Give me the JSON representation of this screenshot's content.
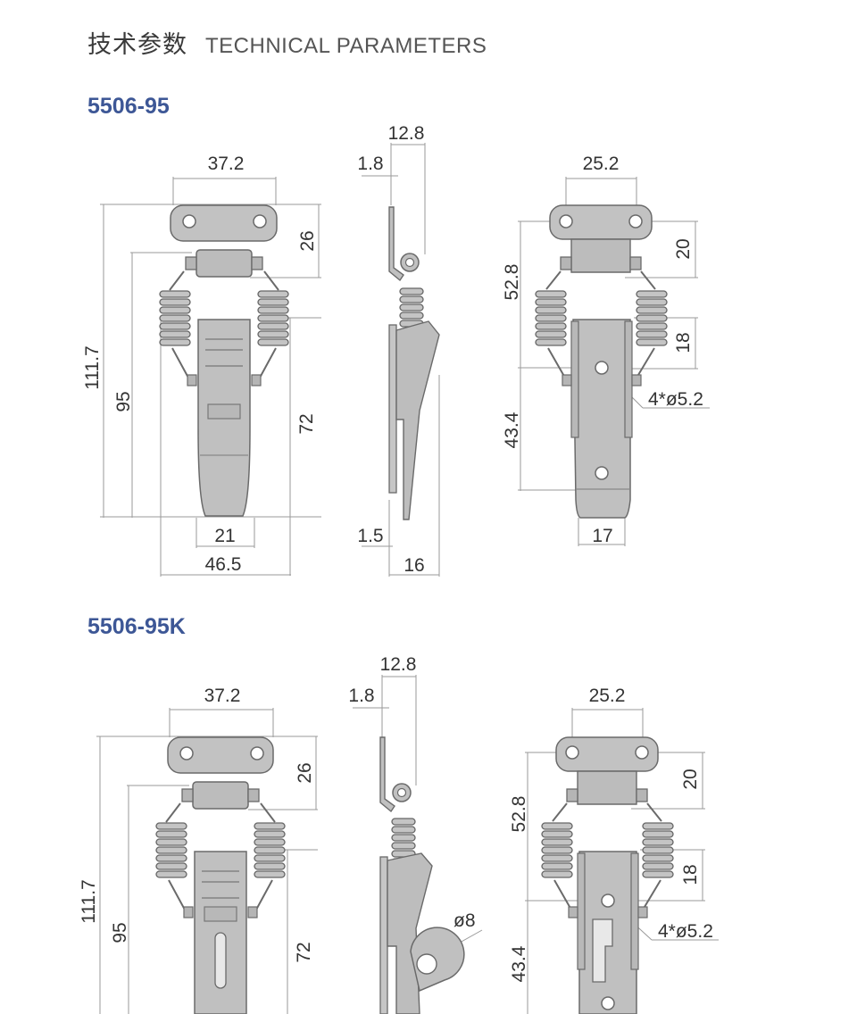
{
  "header": {
    "title_cn": "技术参数",
    "title_en": "TECHNICAL PARAMETERS"
  },
  "colors": {
    "model_title": "#3d5796",
    "part_fill": "#c2c2c2",
    "part_stroke": "#6a6a6a",
    "dim_line": "#9a9a9a"
  },
  "models": [
    {
      "name": "5506-95",
      "front": {
        "top_width": "37.2",
        "plate_height": "26",
        "total_height": "111.7",
        "hook_height": "95",
        "body_height": "72",
        "bottom_width": "21",
        "overall_width": "46.5"
      },
      "side": {
        "depth": "12.8",
        "plate_thickness": "1.8",
        "hook_thickness": "1.5",
        "hook_depth": "16"
      },
      "back": {
        "top_width": "25.2",
        "upper_height": "52.8",
        "plate_height": "20",
        "hole_spacing": "18",
        "holes": "4*ø5.2",
        "lower_height": "43.4",
        "bottom_width": "17"
      }
    },
    {
      "name": "5506-95K",
      "front": {
        "top_width": "37.2",
        "plate_height": "26",
        "total_height": "111.7",
        "hook_height": "95",
        "body_height": "72"
      },
      "side": {
        "depth": "12.8",
        "plate_thickness": "1.8",
        "loop_diameter": "ø8"
      },
      "back": {
        "top_width": "25.2",
        "upper_height": "52.8",
        "plate_height": "20",
        "hole_spacing": "18",
        "holes": "4*ø5.2",
        "lower_height": "43.4"
      }
    }
  ]
}
